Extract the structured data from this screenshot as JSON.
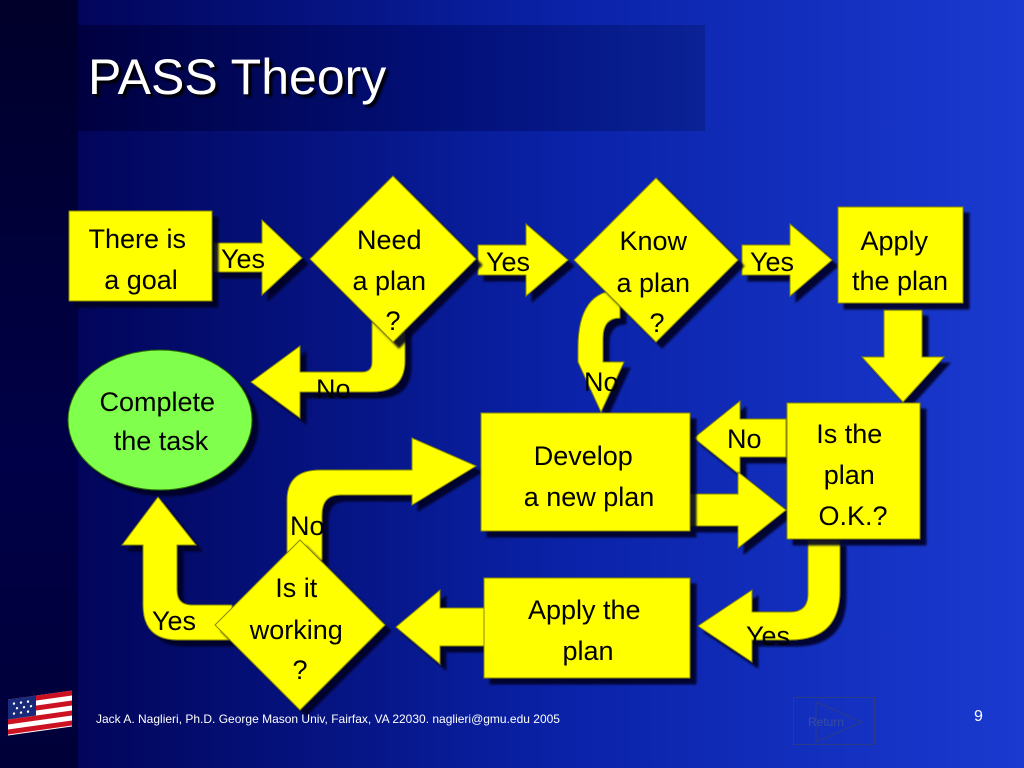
{
  "slide": {
    "title": "PASS Theory",
    "page_number": "9",
    "footer": "Jack A. Naglieri, Ph.D.  George Mason Univ, Fairfax, VA 22030.  naglieri@gmu.edu 2005",
    "back_button_label": "Return"
  },
  "flowchart": {
    "nodes": {
      "goal": [
        "There is",
        "a goal"
      ],
      "need_plan": [
        "Need",
        "a plan",
        "?"
      ],
      "know_plan": [
        "Know",
        "a plan",
        "?"
      ],
      "apply_plan_top": [
        "Apply",
        "the plan"
      ],
      "complete_task": [
        "Complete",
        "the task"
      ],
      "develop_plan": [
        "Develop",
        "a new plan"
      ],
      "plan_ok": [
        "Is the",
        "plan",
        "O.K.?"
      ],
      "apply_plan_bottom": [
        "Apply the",
        "plan"
      ],
      "is_working": [
        "Is it",
        "working",
        "?"
      ]
    },
    "edges": {
      "goal_to_need": "Yes",
      "need_to_know": "Yes",
      "know_to_apply": "Yes",
      "need_no": "No",
      "know_no": "No",
      "ok_no": "No",
      "working_no": "No",
      "working_yes": "Yes",
      "ok_yes": "Yes"
    }
  },
  "colors": {
    "shape_fill": "#ffff00",
    "ellipse_fill": "#80ff4d",
    "shadow": "#000022",
    "title_text": "#ffffff"
  }
}
